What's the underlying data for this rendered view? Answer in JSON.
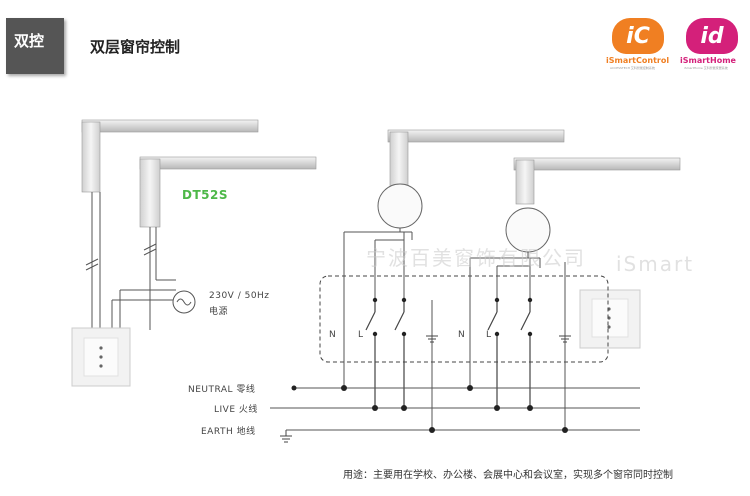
{
  "header": {
    "tag": "双控",
    "title": "双层窗帘控制"
  },
  "logos": [
    {
      "mark": "iC",
      "name": "iSmartControl",
      "subtitle": "ACCESSTECH 艾科智能控制系统",
      "color": "#f07f22"
    },
    {
      "mark": "id",
      "name": "iSmartHome",
      "subtitle": "iSmartHome 艾科智能家居系统",
      "color": "#d4207a"
    }
  ],
  "diagram": {
    "motor_model": "DT52S",
    "power": {
      "line1": "230V / 50Hz",
      "line2": "电源"
    },
    "bus_labels": {
      "neutral": "NEUTRAL 零线",
      "live": "LIVE 火线",
      "earth": "EARTH 地线"
    },
    "terminal_labels": {
      "n": "N",
      "l": "L"
    },
    "watermark": [
      "宁波百美窗饰有限公司",
      "iSmart"
    ]
  },
  "caption": "用途：主要用在学校、办公楼、会展中心和会议室，实现多个窗帘同时控制"
}
